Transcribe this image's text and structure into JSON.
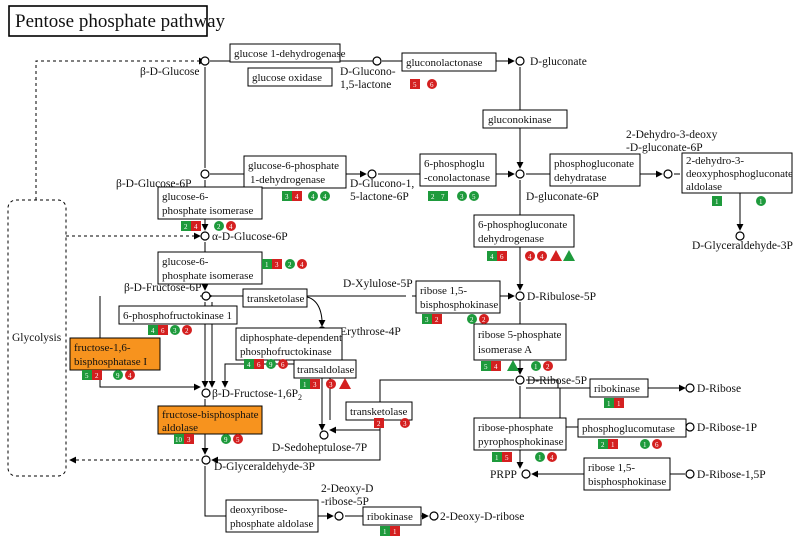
{
  "title": "Pentose phosphate pathway",
  "colors": {
    "red": "#d42020",
    "green": "#1e9a3c",
    "orange": "#f7931e"
  },
  "metabolites": {
    "beta_d_glucose": "β-D-Glucose",
    "d_glucono_lactone_1": "D-Glucono-",
    "d_glucono_lactone_2": "1,5-lactone",
    "d_gluconate": "D-gluconate",
    "dehydro_deoxy_gluconate_1": "2-Dehydro-3-deoxy",
    "dehydro_deoxy_gluconate_2": "-D-gluconate-6P",
    "beta_d_glucose_6p": "β-D-Glucose-6P",
    "d_glucono_lactone_6p_1": "D-Glucono-1,",
    "d_glucono_lactone_6p_2": "5-lactone-6P",
    "d_gluconate_6p": "D-gluconate-6P",
    "alpha_d_glucose_6p": "α-D-Glucose-6P",
    "d_glyceraldehyde_3p_right": "D-Glyceraldehyde-3P",
    "beta_d_fructose_6p": "β-D-Fructose-6P",
    "d_xylulose_5p": "D-Xylulose-5P",
    "d_ribulose_5p": "D-Ribulose-5P",
    "d_erythrose_4p": "D-Erythrose-4P",
    "beta_d_fructose_16p2": "β-D-Fructose-1,6P",
    "beta_d_fructose_16p2_sub": "2",
    "d_sedoheptulose_7p": "D-Sedoheptulose-7P",
    "d_ribose_5p": "D-Ribose-5P",
    "d_ribose": "D-Ribose",
    "d_ribose_1p": "D-Ribose-1P",
    "d_glyceraldehyde_3p": "D-Glyceraldehyde-3P",
    "prpp": "PRPP",
    "d_ribose_15p": "D-Ribose-1,5P",
    "deoxy_ribose_5p_1": "2-Deoxy-D",
    "deoxy_ribose_5p_2": "-ribose-5P",
    "deoxy_d_ribose": "2-Deoxy-D-ribose",
    "glycolysis": "Glycolysis"
  },
  "enzymes": {
    "glucose_1_dehydrogenase": "glucose 1-dehydrogenase",
    "glucose_oxidase": "glucose oxidase",
    "gluconolactonase": "gluconolactonase",
    "gluconokinase": "gluconokinase",
    "g6p_dehydrogenase_1": "glucose-6-phosphate",
    "g6p_dehydrogenase_2": "1-dehydrogenase",
    "phosphoglucolactonase_1": "6-phosphoglu",
    "phosphoglucolactonase_2": "-conolactonase",
    "pg_dehydratase_1": "phosphogluconate",
    "pg_dehydratase_2": "dehydratase",
    "kdpg_aldolase_1": "2-dehydro-3-",
    "kdpg_aldolase_2": "deoxyphosphogluconate",
    "kdpg_aldolase_3": "aldolase",
    "g6p_isomerase_top_1": "glucose-6-",
    "g6p_isomerase_top_2": "phosphate isomerase",
    "g6p_isomerase_mid_1": "glucose-6-",
    "g6p_isomerase_mid_2": "phosphate isomerase",
    "pg_dehydrogenase_1": "6-phosphogluconate",
    "pg_dehydrogenase_2": "dehydrogenase",
    "transketolase_top": "transketolase",
    "phosphofructokinase_1": "6-phosphofructokinase 1",
    "diphosphate_pfk_1": "diphosphate-dependent",
    "diphosphate_pfk_2": "phosphofructokinase",
    "ribose_15_bisphosphokinase_1": "ribose 1,5-",
    "ribose_15_bisphosphokinase_2": "bisphosphokinase",
    "fbpase_1": "fructose-1,6-",
    "fbpase_2": "bisphosphatase I",
    "transaldolase": "transaldolase",
    "r5p_isomerase_1": "ribose 5-phosphate",
    "r5p_isomerase_2": "isomerase A",
    "fba_1": "fructose-bisphosphate",
    "fba_2": "aldolase",
    "transketolase_bottom": "transketolase",
    "ribokinase_right": "ribokinase",
    "rpp_kinase_1": "ribose-phosphate",
    "rpp_kinase_2": "pyrophosphokinase",
    "phosphoglucomutase": "phosphoglucomutase",
    "ribose_15_bisphosphokinase_b_1": "ribose 1,5-",
    "ribose_15_bisphosphokinase_b_2": "bisphosphokinase",
    "deoxyribose_aldolase_1": "deoxyribose-",
    "deoxyribose_aldolase_2": "phosphate aldolase",
    "ribokinase_bottom": "ribokinase"
  },
  "badges": {
    "gluconolactonase": [
      "5",
      "6"
    ],
    "g6pdh": [
      "3",
      "4",
      "4",
      "4"
    ],
    "pgl": [
      "2",
      "7",
      "3",
      "5"
    ],
    "kdpg_aldolase": [
      "1",
      "1"
    ],
    "g6pi_top": [
      "2",
      "4",
      "2",
      "4"
    ],
    "g6pi_mid": [
      "1",
      "3",
      "2",
      "4"
    ],
    "pgdh": [
      "4",
      "6",
      "4",
      "4"
    ],
    "pfk": [
      "4",
      "6",
      "3",
      "2"
    ],
    "dpfk": [
      "4",
      "6",
      "9",
      "6"
    ],
    "r15bpk": [
      "3",
      "2",
      "2",
      "2"
    ],
    "fbpase": [
      "5",
      "2",
      "9",
      "4"
    ],
    "transaldolase": [
      "1",
      "3",
      "3"
    ],
    "rpi": [
      "5",
      "4",
      "1",
      "2"
    ],
    "fba": [
      "10",
      "3",
      "9",
      "5"
    ],
    "tkt_bottom": [
      "2",
      "3"
    ],
    "ribokinase_right": [
      "1",
      "1"
    ],
    "rppk": [
      "1",
      "5",
      "1",
      "4"
    ],
    "pgm": [
      "2",
      "1",
      "1",
      "6"
    ],
    "ribokinase_bottom": [
      "1",
      "1"
    ]
  }
}
